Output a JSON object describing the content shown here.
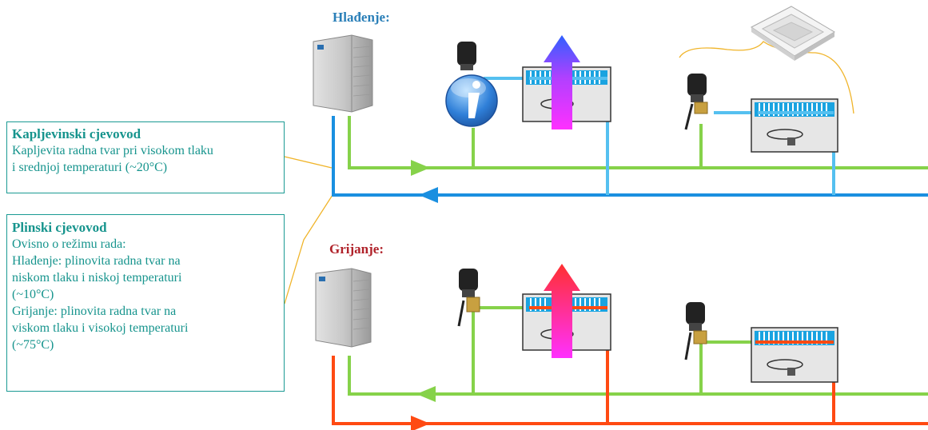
{
  "modes": {
    "cooling_title": "Hlađenje:",
    "heating_title": "Grijanje:"
  },
  "liquid_box": {
    "title": "Kapljevinski cjevovod",
    "lines": [
      "Kapljevita radna tvar pri visokom tlaku",
      "i srednjoj temperaturi (~20°C)"
    ]
  },
  "gas_box": {
    "title": "Plinski cjevovod",
    "lines": [
      "Ovisno o režimu rada:",
      "Hlađenje: plinovita radna tvar na",
      "niskom tlaku i niskoj temperaturi",
      "(~10°C)",
      "Grijanje: plinovita radna tvar na",
      "viskom tlaku i visokoj temperaturi",
      "(~75°C)"
    ]
  },
  "colors": {
    "accent_text": "#16948d",
    "cooling_title": "#2a7fb8",
    "heating_title": "#b0222a",
    "liquid_pipe": "#86d24a",
    "gas_pipe_cooling": "#1a8fe0",
    "gas_pipe_heating": "#ff4a12",
    "indoor_pipe_cooling": "#55c0f0",
    "callout_line": "#f0b429"
  },
  "icons": [
    "outdoor-unit-icon",
    "valve-icon",
    "indoor-unit-icon",
    "info-icon",
    "cassette-unit-icon",
    "airflow-arrow-icon"
  ]
}
